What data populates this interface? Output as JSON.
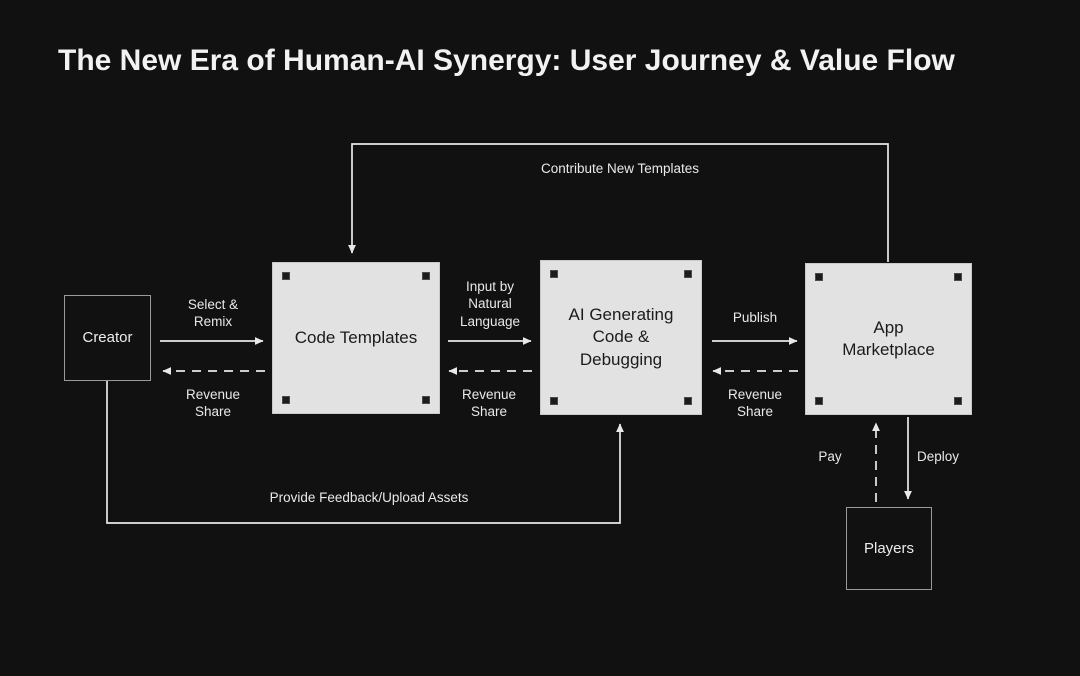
{
  "page": {
    "title": "The New Era of Human-AI Synergy: User Journey & Value Flow",
    "background_color": "#111111",
    "node_fill_color": "#e2e2e2",
    "node_text_color": "#1b1b1b",
    "line_color": "#e8e8e8"
  },
  "nodes": {
    "creator": {
      "label": "Creator"
    },
    "templates": {
      "label": "Code Templates"
    },
    "ai": {
      "label": "AI Generating\nCode &\nDebugging"
    },
    "marketplace": {
      "label": "App\nMarketplace"
    },
    "players": {
      "label": "Players"
    }
  },
  "edges": {
    "select_remix": {
      "label": "Select &\nRemix",
      "style": "solid",
      "direction": "right"
    },
    "revenue_share_1": {
      "label": "Revenue\nShare",
      "style": "dashed",
      "direction": "left"
    },
    "input_natural": {
      "label": "Input by\nNatural\nLanguage",
      "style": "solid",
      "direction": "right"
    },
    "revenue_share_2": {
      "label": "Revenue\nShare",
      "style": "dashed",
      "direction": "left"
    },
    "publish": {
      "label": "Publish",
      "style": "solid",
      "direction": "right"
    },
    "revenue_share_3": {
      "label": "Revenue\nShare",
      "style": "dashed",
      "direction": "left"
    },
    "contribute": {
      "label": "Contribute New Templates",
      "style": "solid",
      "direction": "down"
    },
    "feedback": {
      "label": "Provide Feedback/Upload Assets",
      "style": "solid",
      "direction": "up"
    },
    "pay": {
      "label": "Pay",
      "style": "dashed",
      "direction": "up"
    },
    "deploy": {
      "label": "Deploy",
      "style": "solid",
      "direction": "down"
    }
  }
}
